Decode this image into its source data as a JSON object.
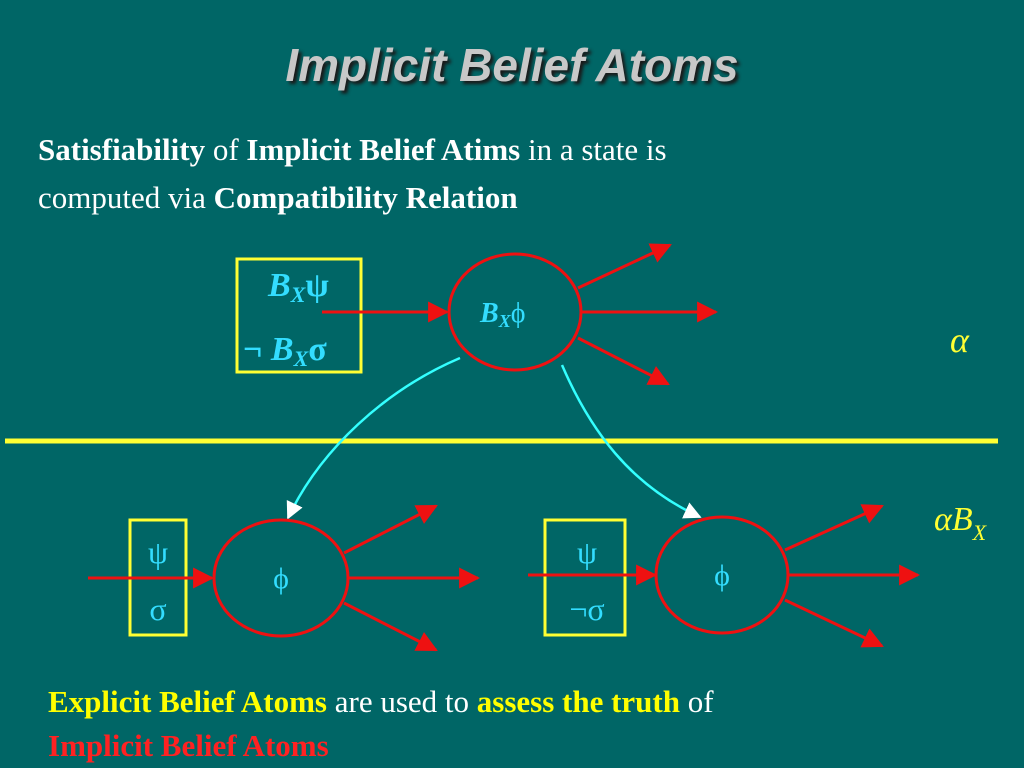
{
  "slide": {
    "title": "Implicit Belief Atoms",
    "intro": {
      "line1_bold1": "Satisfiability",
      "line1_plain1": " of ",
      "line1_bold2": "Implicit Belief Atims",
      "line1_plain2": " in a state is",
      "line2_plain": "computed via ",
      "line2_bold": "Compatibility Relation"
    },
    "footer": {
      "yellow1": "Explicit Belief Atoms",
      "plain1": " are used to ",
      "yellow2": "assess the truth",
      "plain2": " of",
      "red_line": "Implicit Belief Atoms"
    }
  },
  "diagram": {
    "top_box": {
      "line1_B": "B",
      "line1_X": "X",
      "line1_sym": "ψ",
      "line2_neg": "¬ ",
      "line2_B": "B",
      "line2_X": "X",
      "line2_sym": "σ"
    },
    "top_node": {
      "B": "B",
      "X": "X",
      "sym": "ϕ"
    },
    "alpha_label": "α",
    "alpha_bx_label": {
      "alpha": "α",
      "B": "B",
      "X": "X"
    },
    "left_box": {
      "line1": "ψ",
      "line2": "σ"
    },
    "left_node": "ϕ",
    "right_box": {
      "line1": "ψ",
      "line2": "¬σ"
    },
    "right_node": "ϕ",
    "colors": {
      "background": "#006666",
      "red": "#ee1111",
      "yellow": "#ffff33",
      "cyan": "#33ffff",
      "text_cyan": "#33ddff"
    }
  }
}
